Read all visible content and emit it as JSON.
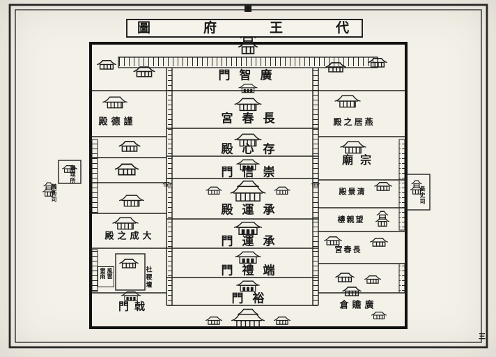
{
  "colors": {
    "paper": "#f4f1e9",
    "ink": "#1b1b1b"
  },
  "title": {
    "display": "圖府王代",
    "reading": "代王府圖"
  },
  "page_number": "三",
  "central_axis": {
    "guangzhi_men": {
      "display": "門智廣",
      "reading": "廣智門"
    },
    "changchun_gong": {
      "display": "宮春長",
      "reading": "長春宮"
    },
    "cunxin_dian": {
      "display": "殿心存",
      "reading": "存心殿"
    },
    "chongxin_men": {
      "display": "門信崇",
      "reading": "崇信門"
    },
    "chengyun_dian": {
      "display": "殿運承",
      "reading": "承運殿"
    },
    "chengyun_men": {
      "display": "門運承",
      "reading": "承運門"
    },
    "duanli_men": {
      "display": "門禮端",
      "reading": "端禮門"
    },
    "yu_men": {
      "display": "門裕",
      "reading": "裕門"
    }
  },
  "west_side": {
    "jinde_dian": {
      "display": "殿德謹",
      "reading": "謹德殿"
    },
    "dacheng_dian": {
      "display": "殿之成大",
      "reading": "大成之殿"
    },
    "fengyun_leiyu_tan": {
      "col_left": "雷雨",
      "col_right": "風雲",
      "reading": "風雲雷雨"
    },
    "sheji_tan": {
      "display": "社稷壇",
      "reading": "社稷壇"
    },
    "ji_men": {
      "display": "門戟",
      "reading": "戟門"
    }
  },
  "east_side": {
    "yanju_dian": {
      "display": "殿之居燕",
      "reading": "燕居之殿"
    },
    "zong_miao": {
      "display": "廟宗",
      "reading": "宗廟"
    },
    "qingjing_dian": {
      "display": "殿景清",
      "reading": "清景殿"
    },
    "wangqin_lou": {
      "display": "樓親望",
      "reading": "望親樓"
    },
    "changchun_gong_east": {
      "display": "宮春長",
      "reading": "長春宮"
    },
    "guangshan_cang": {
      "display": "倉贍廣",
      "reading": "廣贍倉"
    }
  },
  "outer_buildings": {
    "left_upper": {
      "display": "審理所",
      "reading": "審理所"
    },
    "left_lower": {
      "display": "儀衛司",
      "reading": "儀衛司"
    },
    "right": {
      "display": "長史司",
      "reading": "長史司"
    }
  }
}
